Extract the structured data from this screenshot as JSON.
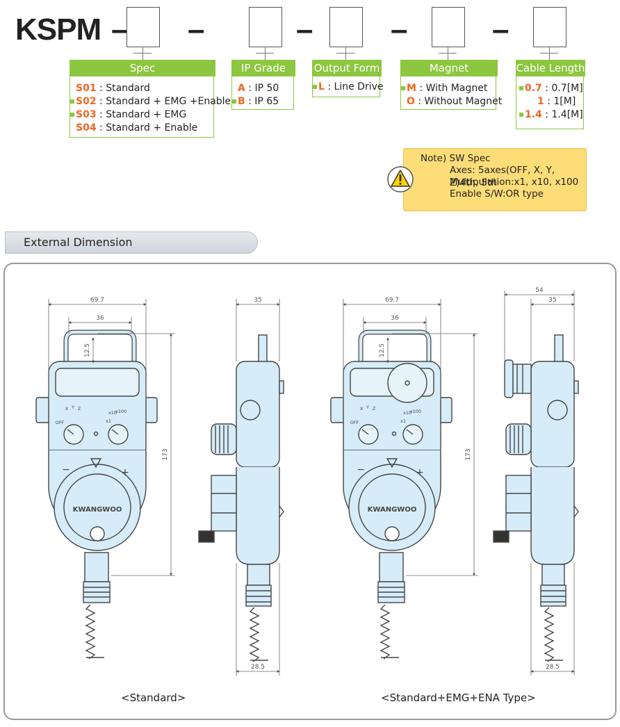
{
  "model": {
    "prefix": "KSPM",
    "separator": "–"
  },
  "options": [
    {
      "id": "spec",
      "title": "Spec",
      "items": [
        {
          "code": "S01",
          "sep": " : ",
          "label": "Standard"
        },
        {
          "code": "S02",
          "sep": " : ",
          "label": "Standard + EMG +Enable"
        },
        {
          "code": "S03",
          "sep": " : ",
          "label": "Standard + EMG"
        },
        {
          "code": "S04",
          "sep": " : ",
          "label": "Standard + Enable"
        }
      ]
    },
    {
      "id": "ip",
      "title": "IP Grade",
      "items": [
        {
          "code": "A",
          "sep": " : ",
          "label": "IP 50"
        },
        {
          "code": "B",
          "sep": " : ",
          "label": "IP 65"
        }
      ]
    },
    {
      "id": "output",
      "title": "Output Form",
      "items": [
        {
          "code": "L",
          "sep": " : ",
          "label": "Line Drive"
        }
      ]
    },
    {
      "id": "magnet",
      "title": "Magnet",
      "items": [
        {
          "code": "M",
          "sep": " : ",
          "label": "With Magnet"
        },
        {
          "code": "O",
          "sep": " : ",
          "label": "Without Magnet"
        }
      ]
    },
    {
      "id": "cable",
      "title": "Cable Length",
      "items": [
        {
          "code": "0.7",
          "sep": " : ",
          "label": "0.7[M]"
        },
        {
          "code": "1",
          "sep": " : ",
          "label": "1[M]"
        },
        {
          "code": "1.4",
          "sep": " : ",
          "label": "1.4[M]"
        }
      ]
    }
  ],
  "note": {
    "title": "Note) SW Spec",
    "lines": [
      "Axes: 5axes(OFF, X, Y, Z)4th, 5th",
      "Multipulation:x1, x10, x100",
      "Enable S/W:OR type"
    ]
  },
  "section": {
    "title": "External Dimension"
  },
  "drawings": {
    "brand": "KWANGWOO",
    "dims": {
      "width": "69.7",
      "handle": "36",
      "handle_h": "12.5",
      "height": "173",
      "depth": "35",
      "depth_emg": "54",
      "cable": "28.5"
    },
    "knob_labels": {
      "off": "OFF",
      "x": "X",
      "y": "Y",
      "z": "Z",
      "x1": "x1",
      "x10": "x10",
      "x100": "x100"
    },
    "captions": {
      "standard": "<Standard>",
      "emg": "<Standard+EMG+ENA Type>"
    }
  }
}
